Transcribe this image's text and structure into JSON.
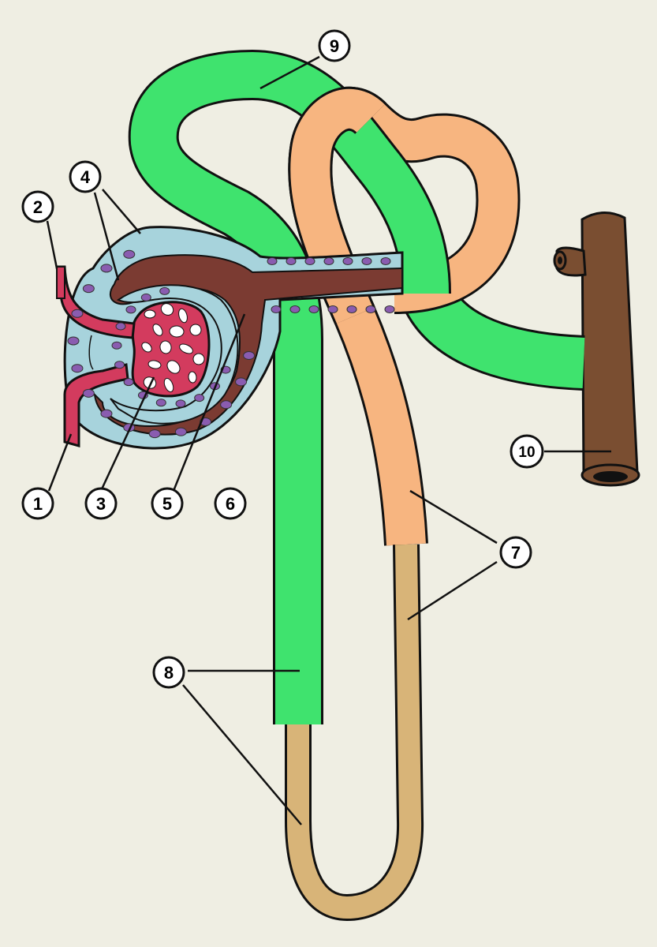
{
  "colors": {
    "background": "#efeee3",
    "distal_tubule": "#3fe36e",
    "proximal_tubule": "#f7b580",
    "thin_limb": "#d8b478",
    "capsule_epithelium": "#a7d3dc",
    "capsular_space": "#7b3b32",
    "capillary": "#d33b5e",
    "collecting_duct": "#7a4e31",
    "nucleus": "#8a5cb0",
    "outline": "#111111"
  },
  "icons": [
    "nephron-illustration"
  ],
  "labels": [
    {
      "id": "1",
      "text": "1"
    },
    {
      "id": "2",
      "text": "2"
    },
    {
      "id": "3",
      "text": "3"
    },
    {
      "id": "4",
      "text": "4"
    },
    {
      "id": "5",
      "text": "5"
    },
    {
      "id": "6",
      "text": "6"
    },
    {
      "id": "7",
      "text": "7"
    },
    {
      "id": "8",
      "text": "8"
    },
    {
      "id": "9",
      "text": "9"
    },
    {
      "id": "10",
      "text": "10"
    }
  ]
}
